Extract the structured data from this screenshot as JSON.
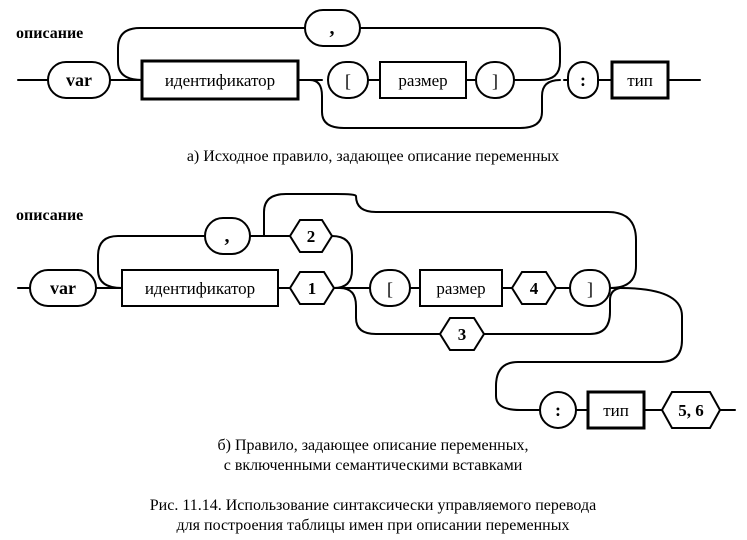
{
  "diagram_a": {
    "title": "описание",
    "var": "var",
    "identifier": "идентификатор",
    "lbracket": "[",
    "size": "размер",
    "rbracket": "]",
    "comma": ",",
    "colon": ":",
    "type": "тип",
    "caption": "а) Исходное правило, задающее описание переменных"
  },
  "diagram_b": {
    "title": "описание",
    "var": "var",
    "identifier": "идентификатор",
    "lbracket": "[",
    "size": "размер",
    "rbracket": "]",
    "comma": ",",
    "colon": ":",
    "type": "тип",
    "insert_1": "1",
    "insert_2": "2",
    "insert_3": "3",
    "insert_4": "4",
    "insert_56": "5, 6",
    "caption_line1": "б) Правило, задающее описание переменных,",
    "caption_line2": "с включенными семантическими вставками"
  },
  "figure_caption": {
    "line1": "Рис. 11.14. Использование синтаксически управляемого перевода",
    "line2": "для построения таблицы имен при описании переменных"
  }
}
